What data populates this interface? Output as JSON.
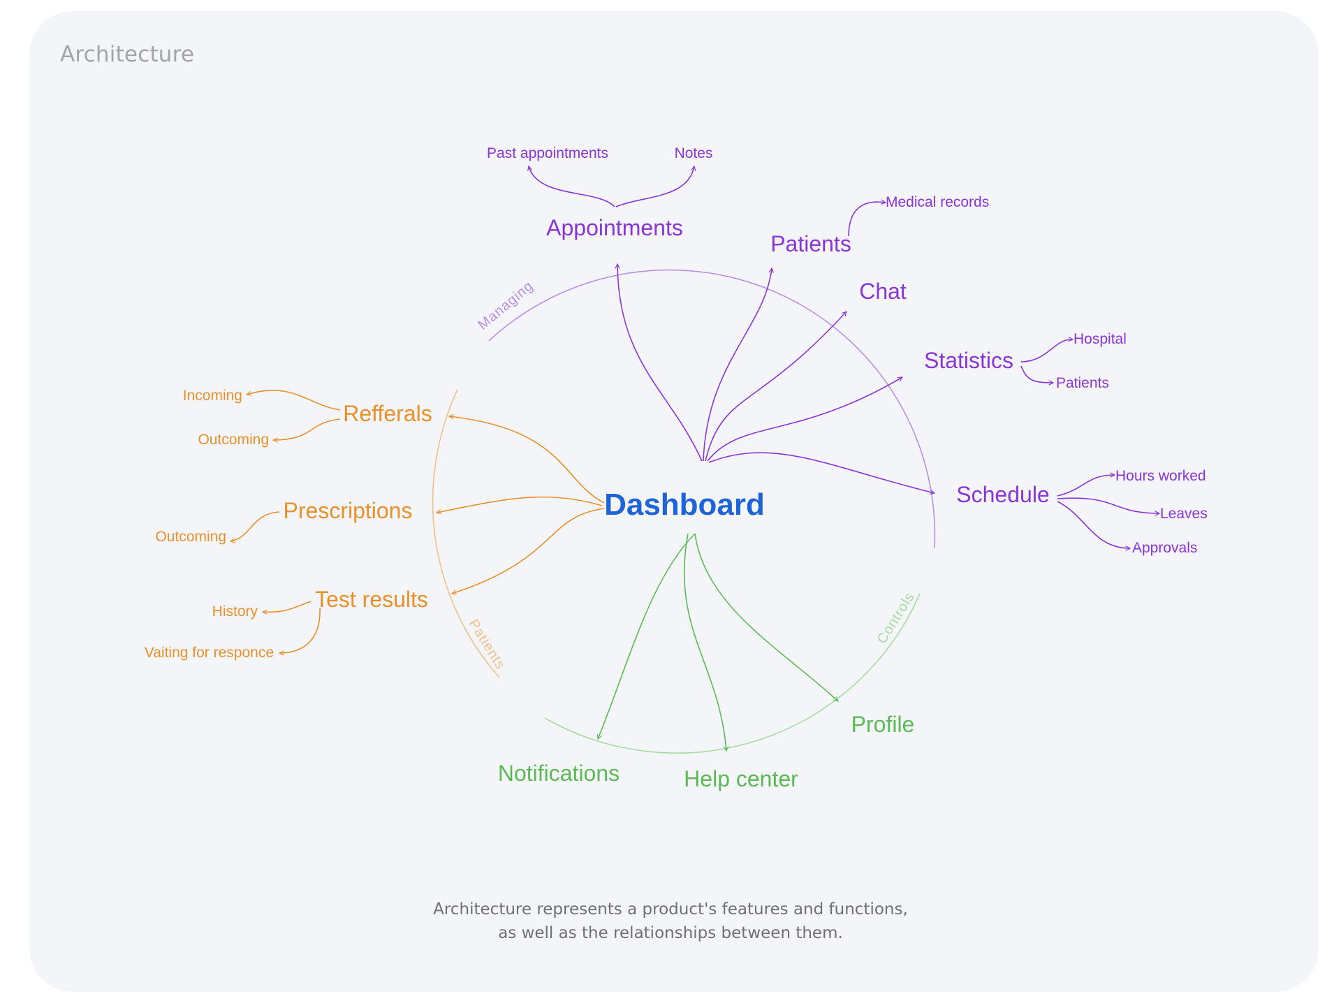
{
  "title": "Architecture",
  "center": "Dashboard",
  "colors": {
    "purple": "#8a35d8",
    "purple_light": "#b890e6",
    "orange": "#e8902c",
    "orange_light": "#f1c08c",
    "green": "#5cba56",
    "green_light": "#a7dba2",
    "center": "#1f64d6"
  },
  "groups": {
    "managing": "Managing",
    "patients": "Patients",
    "controls": "Controls"
  },
  "nodes": {
    "appointments": "Appointments",
    "patients": "Patients",
    "chat": "Chat",
    "statistics": "Statistics",
    "schedule": "Schedule",
    "referrals": "Refferals",
    "prescriptions": "Prescriptions",
    "test_results": "Test results",
    "notifications": "Notifications",
    "help_center": "Help center",
    "profile": "Profile"
  },
  "subnodes": {
    "past_appointments": "Past appointments",
    "notes": "Notes",
    "medical_records": "Medical records",
    "hospital": "Hospital",
    "stat_patients": "Patients",
    "hours_worked": "Hours worked",
    "leaves": "Leaves",
    "approvals": "Approvals",
    "incoming": "Incoming",
    "ref_outcoming": "Outcoming",
    "presc_outcoming": "Outcoming",
    "history": "History",
    "waiting": "Vaiting for responce"
  },
  "caption": {
    "line1": "Architecture represents a product's features and functions,",
    "line2": "as well as the relationships between them."
  }
}
